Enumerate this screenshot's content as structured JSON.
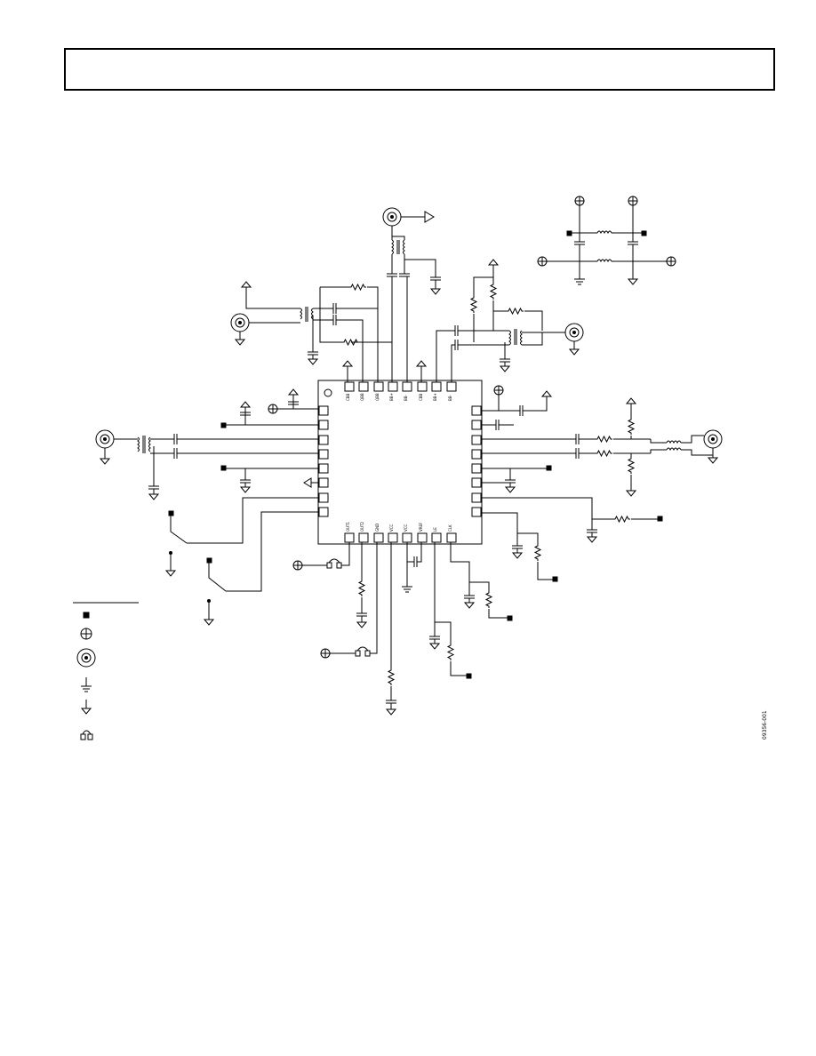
{
  "page": {
    "header_title": ""
  },
  "figure": {
    "doc_id": "09356-001",
    "top_pins": [
      "CBB",
      "QBB",
      "QBB",
      "BB+",
      "BB-",
      "CBB",
      "BB+",
      "BB-"
    ],
    "bottom_pins": [
      "ОUT1",
      "ОUT2",
      "GND",
      "VCC",
      "VCC",
      "VREF",
      "LE",
      "CLK"
    ],
    "icons": {
      "terminal": "filled-square",
      "supply": "circle-plus",
      "connector": "coax-connector",
      "ground": "chassis-ground",
      "signal_ground": "triangle-ground",
      "jumper": "jumper"
    }
  }
}
